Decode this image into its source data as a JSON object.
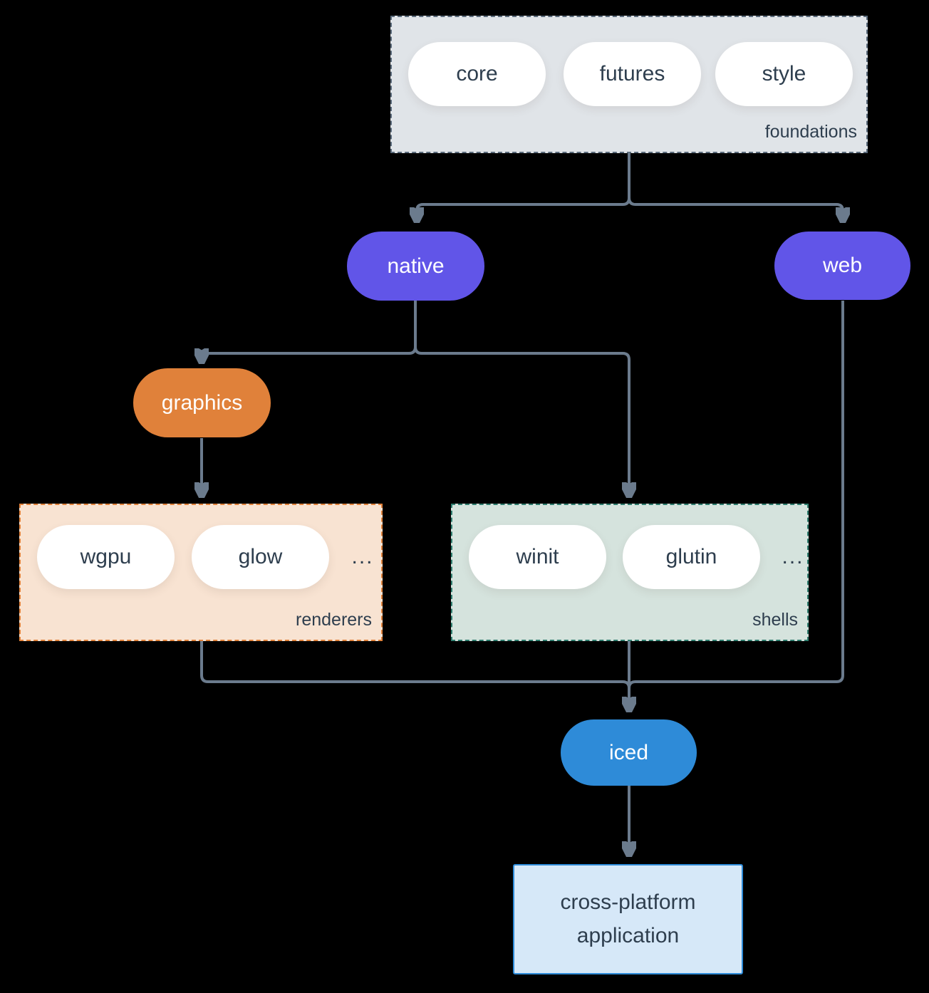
{
  "diagram": {
    "groups": {
      "foundations": {
        "label": "foundations",
        "items": [
          "core",
          "futures",
          "style"
        ]
      },
      "renderers": {
        "label": "renderers",
        "items": [
          "wgpu",
          "glow"
        ],
        "more": "..."
      },
      "shells": {
        "label": "shells",
        "items": [
          "winit",
          "glutin"
        ],
        "more": "..."
      }
    },
    "nodes": {
      "native": "native",
      "web": "web",
      "graphics": "graphics",
      "iced": "iced",
      "application": "cross-platform application"
    },
    "edges": [
      {
        "from": "foundations",
        "to": "native"
      },
      {
        "from": "foundations",
        "to": "web"
      },
      {
        "from": "native",
        "to": "graphics"
      },
      {
        "from": "native",
        "to": "shells"
      },
      {
        "from": "graphics",
        "to": "renderers"
      },
      {
        "from": "renderers",
        "to": "iced"
      },
      {
        "from": "shells",
        "to": "iced"
      },
      {
        "from": "web",
        "to": "iced"
      },
      {
        "from": "iced",
        "to": "application"
      }
    ]
  },
  "colors": {
    "background": "#000000",
    "line": "#6b7b8d",
    "text_dark": "#2e3e4e",
    "text_light": "#ffffff",
    "purple": "#6155e8",
    "orange": "#e0813a",
    "blue": "#2e8bd8",
    "foundations_bg": "#e0e4e8",
    "foundations_border": "#5b6b7c",
    "renderers_bg": "#f8e3d2",
    "renderers_border": "#e0813a",
    "shells_bg": "#d5e3dd",
    "shells_border": "#2e7d6e",
    "app_bg": "#d6e8f8",
    "app_border": "#2e8bd8"
  }
}
